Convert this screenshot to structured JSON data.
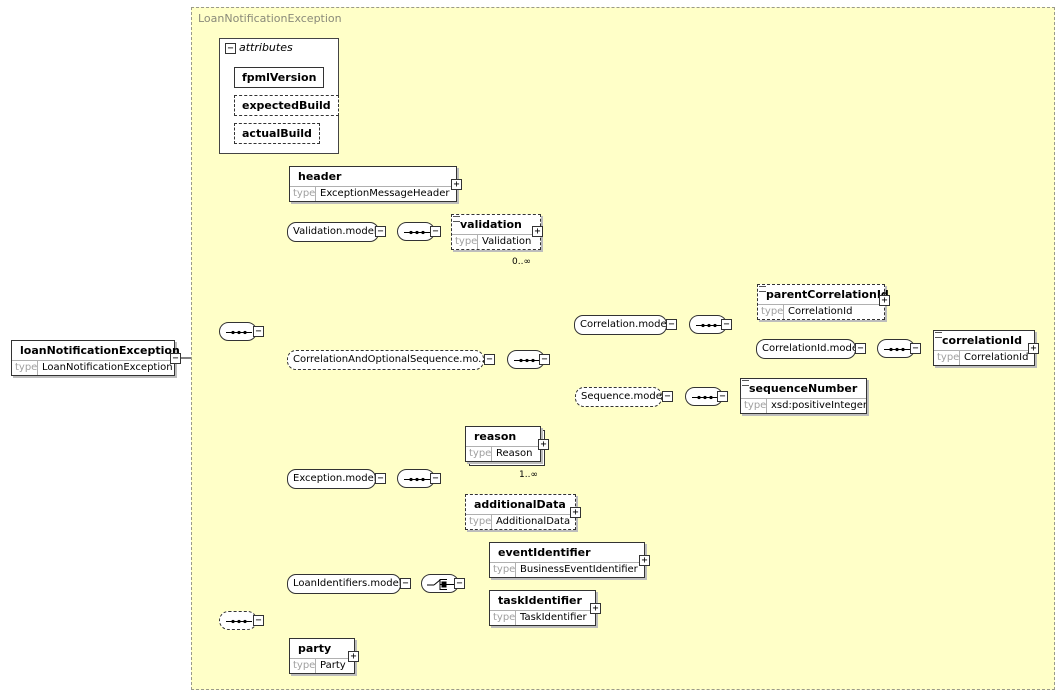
{
  "region": {
    "title": "LoanNotificationException"
  },
  "attributes": {
    "title": "attributes",
    "items": [
      {
        "name": "fpmlVersion",
        "optional": false
      },
      {
        "name": "expectedBuild",
        "optional": true
      },
      {
        "name": "actualBuild",
        "optional": true
      }
    ]
  },
  "type_label": "type",
  "root": {
    "name": "loanNotificationException",
    "type": "LoanNotificationException"
  },
  "elements": {
    "header": {
      "name": "header",
      "type": "ExceptionMessageHeader"
    },
    "validation": {
      "name": "validation",
      "type": "Validation",
      "card": "0..∞"
    },
    "parentCorrelationId": {
      "name": "parentCorrelationId",
      "type": "CorrelationId"
    },
    "correlationId": {
      "name": "correlationId",
      "type": "CorrelationId"
    },
    "sequenceNumber": {
      "name": "sequenceNumber",
      "type": "xsd:positiveInteger"
    },
    "reason": {
      "name": "reason",
      "type": "Reason",
      "card": "1..∞"
    },
    "additionalData": {
      "name": "additionalData",
      "type": "AdditionalData"
    },
    "eventIdentifier": {
      "name": "eventIdentifier",
      "type": "BusinessEventIdentifier"
    },
    "taskIdentifier": {
      "name": "taskIdentifier",
      "type": "TaskIdentifier"
    },
    "party": {
      "name": "party",
      "type": "Party"
    }
  },
  "groups": {
    "validation_model": "Validation.model",
    "correlation_optional_sequence_model": "CorrelationAndOptionalSequence.mo...",
    "correlation_model": "Correlation.model",
    "correlation_id_model": "CorrelationId.model",
    "sequence_model": "Sequence.model",
    "exception_model": "Exception.model",
    "loan_identifiers_model": "LoanIdentifiers.model"
  },
  "symbols": {
    "collapse": "−",
    "expand": "+"
  }
}
